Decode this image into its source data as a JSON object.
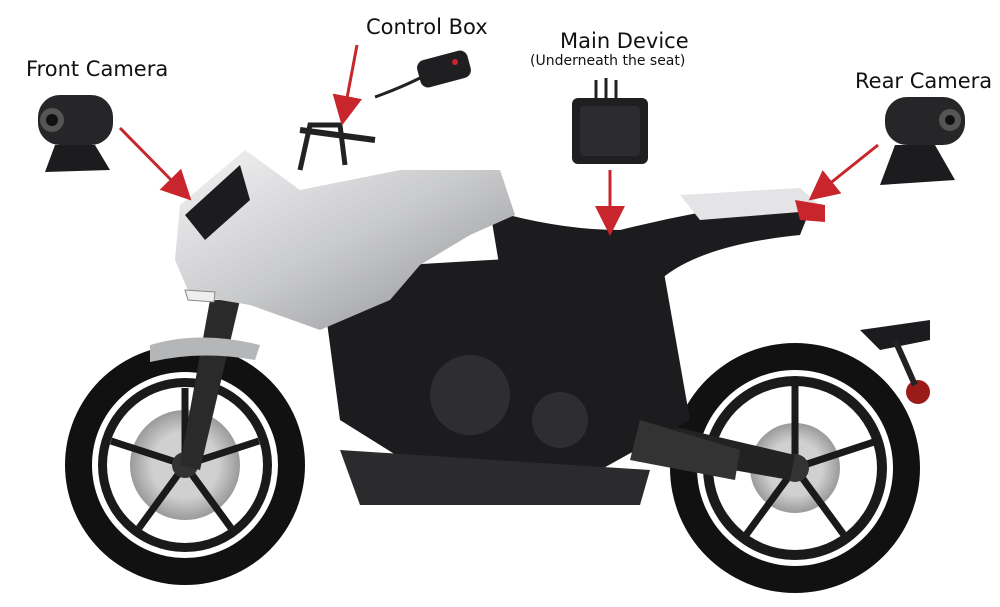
{
  "labels": {
    "front_camera": "Front Camera",
    "control_box": "Control Box",
    "main_device": "Main Device",
    "main_device_note": "(Underneath the seat)",
    "rear_camera": "Rear Camera"
  },
  "colors": {
    "arrow": "#c9252c",
    "fairing": "#d8d9db",
    "body_dark": "#1c1c1e",
    "tire": "#111111",
    "brake_disc": "#b9b9b9"
  }
}
